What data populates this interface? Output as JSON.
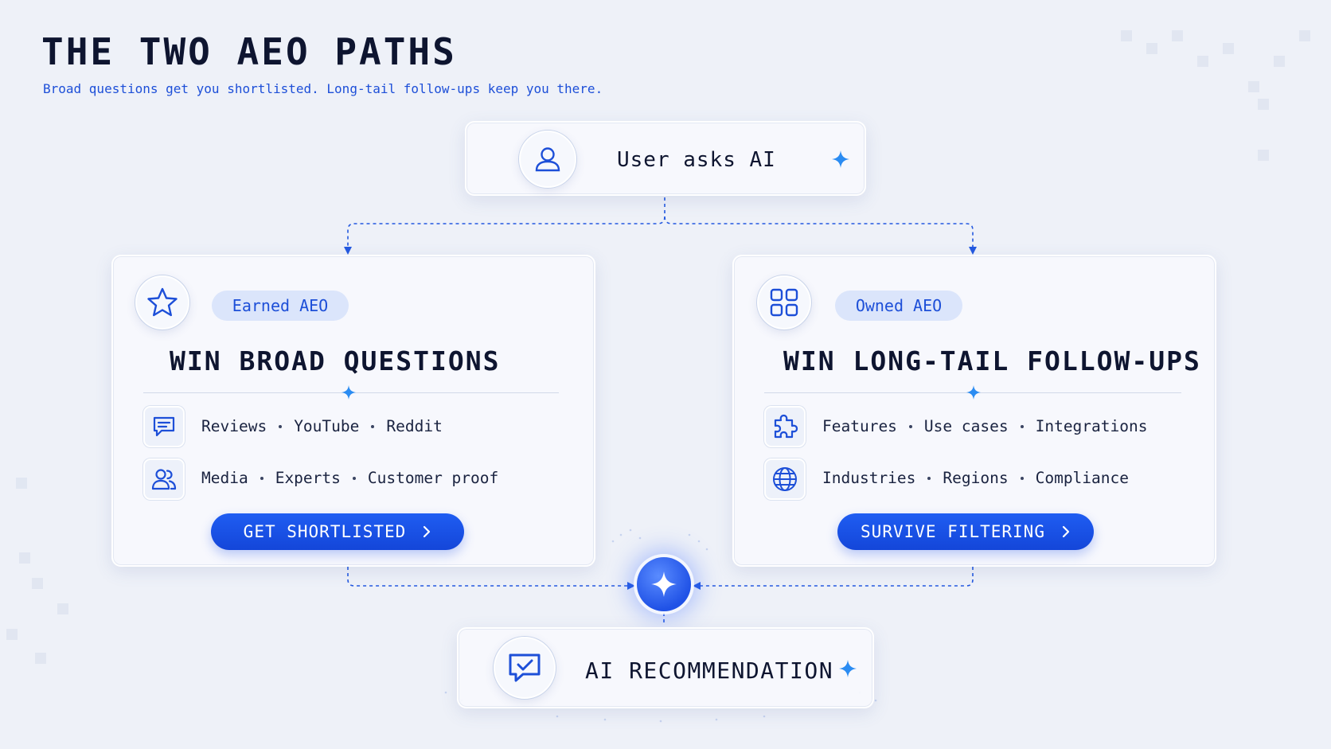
{
  "header": {
    "title": "THE TWO AEO PATHS",
    "subtitle": "Broad questions get you shortlisted. Long-tail follow-ups keep you there."
  },
  "top_node": {
    "label": "User asks AI",
    "icon": "user-icon"
  },
  "left_card": {
    "badge": "Earned AEO",
    "heading": "WIN BROAD QUESTIONS",
    "icon": "star-icon",
    "rows": [
      {
        "icon": "chat-icon",
        "items": [
          "Reviews",
          "YouTube",
          "Reddit"
        ]
      },
      {
        "icon": "users-icon",
        "items": [
          "Media",
          "Experts",
          "Customer proof"
        ]
      }
    ],
    "cta": "GET SHORTLISTED"
  },
  "right_card": {
    "badge": "Owned AEO",
    "heading": "WIN LONG-TAIL FOLLOW-UPS",
    "icon": "grid-icon",
    "rows": [
      {
        "icon": "puzzle-icon",
        "items": [
          "Features",
          "Use cases",
          "Integrations"
        ]
      },
      {
        "icon": "globe-icon",
        "items": [
          "Industries",
          "Regions",
          "Compliance"
        ]
      }
    ],
    "cta": "SURVIVE FILTERING"
  },
  "bottom_node": {
    "label": "AI RECOMMENDATION",
    "icon": "chat-check-icon"
  },
  "colors": {
    "accent": "#1d4fd8",
    "button": "#1a52e8",
    "heading": "#0e1530",
    "background": "#eef1f8",
    "sparkle": "#2b8cf2"
  }
}
